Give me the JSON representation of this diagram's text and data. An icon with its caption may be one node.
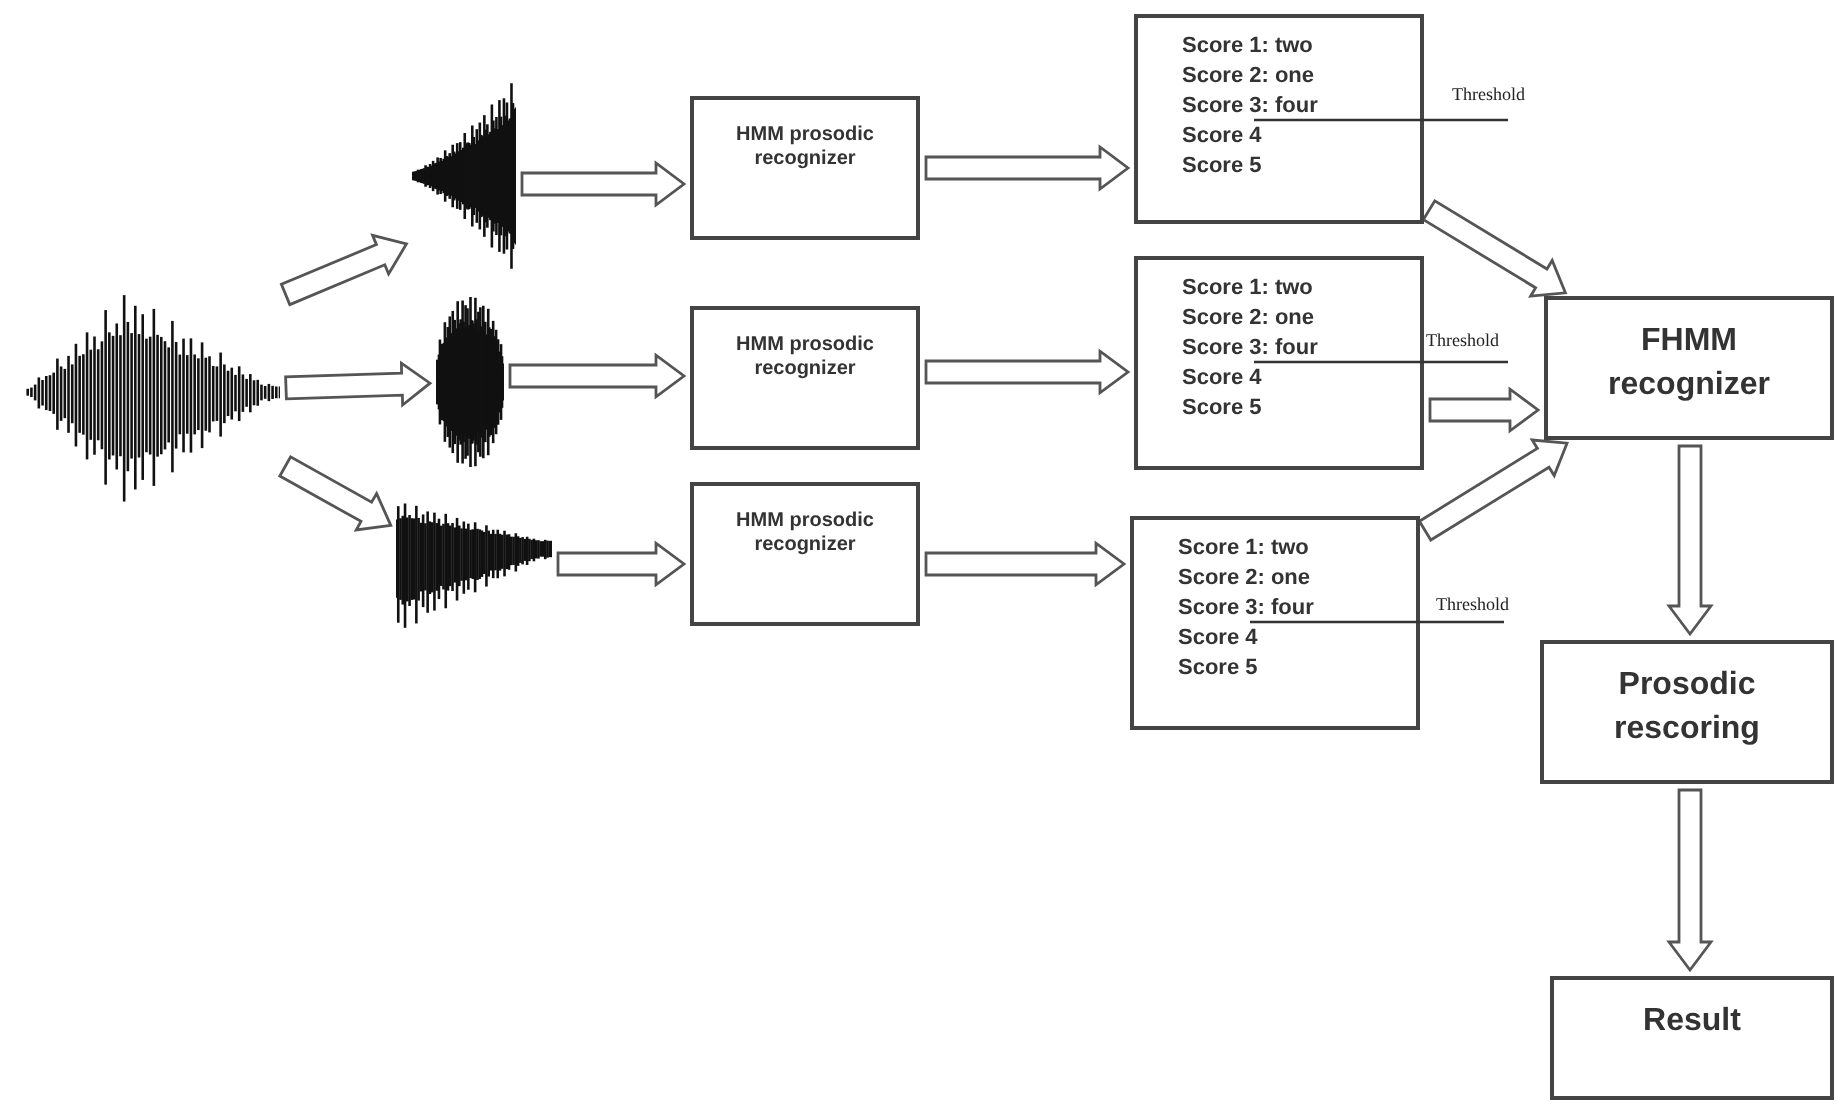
{
  "diagram": {
    "nodes": [
      {
        "text": [],
        "shape": "picture"
      },
      {
        "text": [],
        "shape": "picture"
      },
      {
        "text": [],
        "shape": "picture"
      },
      {
        "text": [],
        "shape": "picture"
      },
      {
        "text": [
          "HMM prosodic recognizer"
        ]
      },
      {
        "text": [
          "HMM prosodic recognizer"
        ]
      },
      {
        "text": [
          "HMM prosodic recognizer"
        ]
      },
      {
        "text": [
          "Score 1: two",
          "Score 2: one",
          "Score 3: four",
          "Score 4",
          "Score 5"
        ],
        "beside": [
          "Threshold"
        ]
      },
      {
        "text": [
          "Score 1: two",
          "Score 2: one",
          "Score 3: four",
          "Score 4",
          "Score 5"
        ],
        "beside": [
          "Threshold"
        ]
      },
      {
        "text": [
          "Score 1: two",
          "Score 2: one",
          "Score 3: four",
          "Score 4",
          "Score 5"
        ],
        "beside": [
          "Threshold"
        ]
      },
      {
        "text": [
          "FHMM recognizer"
        ]
      },
      {
        "text": [
          "Prosodic rescoring"
        ]
      },
      {
        "text": [
          "Result"
        ]
      }
    ],
    "edges": [
      {
        "from": 0,
        "to": 1,
        "arrow": "to"
      },
      {
        "from": 0,
        "to": 2,
        "arrow": "to"
      },
      {
        "from": 0,
        "to": 3,
        "arrow": "to"
      },
      {
        "from": 1,
        "to": 4,
        "arrow": "to"
      },
      {
        "from": 2,
        "to": 5,
        "arrow": "to"
      },
      {
        "from": 3,
        "to": 6,
        "arrow": "to"
      },
      {
        "from": 4,
        "to": 7,
        "arrow": "to"
      },
      {
        "from": 5,
        "to": 8,
        "arrow": "to"
      },
      {
        "from": 6,
        "to": 9,
        "arrow": "to"
      },
      {
        "from": 7,
        "to": 10,
        "arrow": "to"
      },
      {
        "from": 8,
        "to": 10,
        "arrow": "to"
      },
      {
        "from": 9,
        "to": 10,
        "arrow": "to"
      },
      {
        "from": 10,
        "to": 11,
        "arrow": "to"
      },
      {
        "from": 11,
        "to": 12,
        "arrow": "to"
      }
    ]
  }
}
